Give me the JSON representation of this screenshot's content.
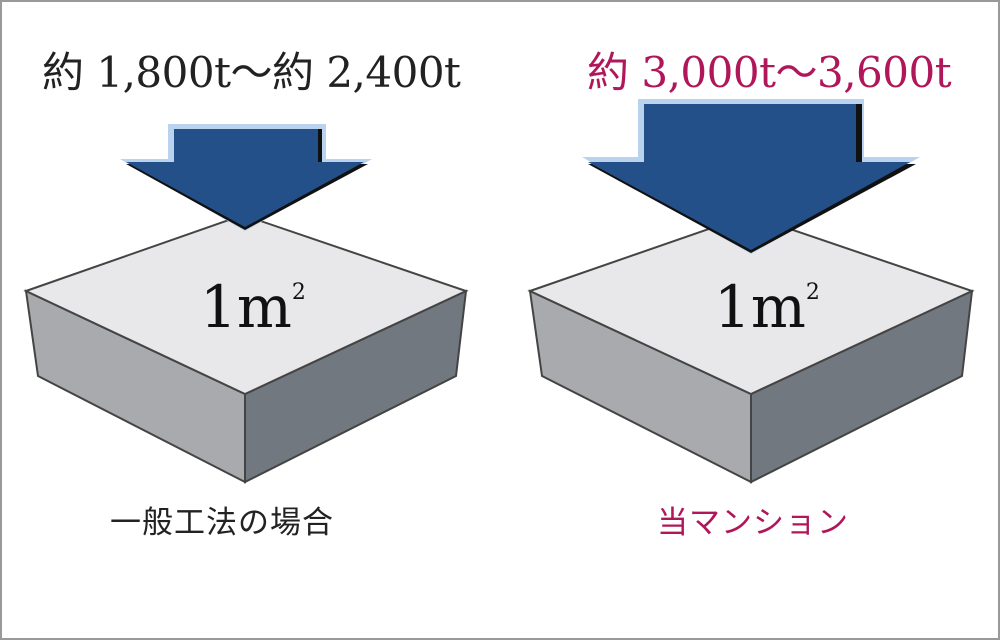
{
  "colors": {
    "accent": "#b0175a",
    "text": "#222222",
    "arrow": "#245089",
    "arrow_highlight": "#b9d2ee",
    "arrow_shadow": "#111111",
    "block_top": "#e8e8ea",
    "block_left": "#a8aaad",
    "block_right": "#727880"
  },
  "left": {
    "load_label": "約 1,800t〜約 2,400t",
    "caption": "一般工法の場合",
    "area_label": "1m",
    "area_superscript": "2"
  },
  "right": {
    "load_label": "約 3,000t〜3,600t",
    "caption": "当マンション",
    "area_label": "1m",
    "area_superscript": "2"
  }
}
